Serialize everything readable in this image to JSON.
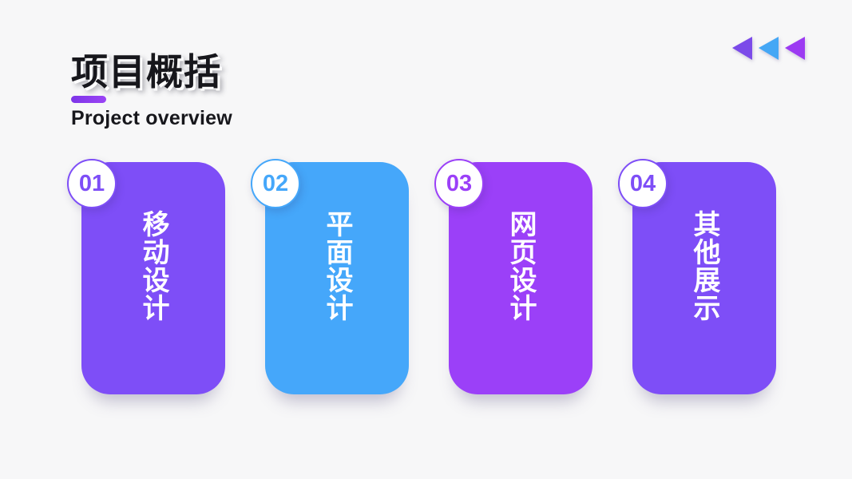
{
  "page": {
    "background_color": "#f7f7f8"
  },
  "header": {
    "title_cn": "项目概括",
    "title_en": "Project overview",
    "underline_color_start": "#7d35e8",
    "underline_color_end": "#9b44f5"
  },
  "decor": {
    "triangles": [
      {
        "color": "#7b4ae9"
      },
      {
        "color": "#45a7f5"
      },
      {
        "color": "#9c3af2"
      }
    ]
  },
  "cards": [
    {
      "number": "01",
      "label": "移动设计",
      "color": "#7e4ef7"
    },
    {
      "number": "02",
      "label": "平面设计",
      "color": "#45a7fa"
    },
    {
      "number": "03",
      "label": "网页设计",
      "color": "#9b40f8"
    },
    {
      "number": "04",
      "label": "其他展示",
      "color": "#7e4ef7"
    }
  ]
}
